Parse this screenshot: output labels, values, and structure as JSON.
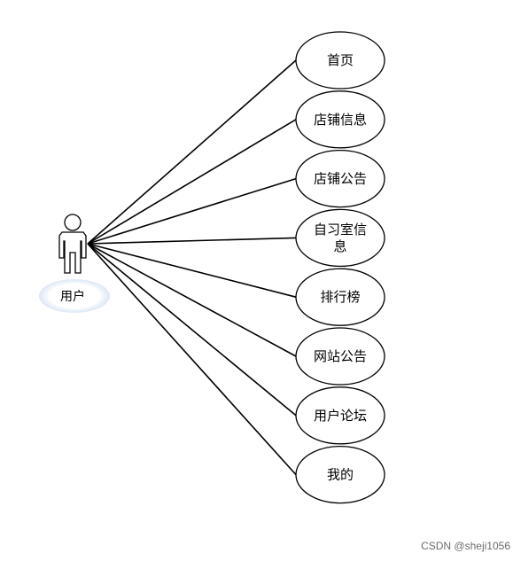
{
  "actor": {
    "label": "用户"
  },
  "use_cases": [
    {
      "id": "home",
      "lines": [
        "首页"
      ]
    },
    {
      "id": "store-info",
      "lines": [
        "店铺信息"
      ]
    },
    {
      "id": "store-notice",
      "lines": [
        "店铺公告"
      ]
    },
    {
      "id": "study-room-info",
      "lines": [
        "自习室信",
        "息"
      ]
    },
    {
      "id": "ranking",
      "lines": [
        "排行榜"
      ]
    },
    {
      "id": "site-notice",
      "lines": [
        "网站公告"
      ]
    },
    {
      "id": "user-forum",
      "lines": [
        "用户论坛"
      ]
    },
    {
      "id": "mine",
      "lines": [
        "我的"
      ]
    }
  ],
  "watermark": "CSDN @sheji1056"
}
